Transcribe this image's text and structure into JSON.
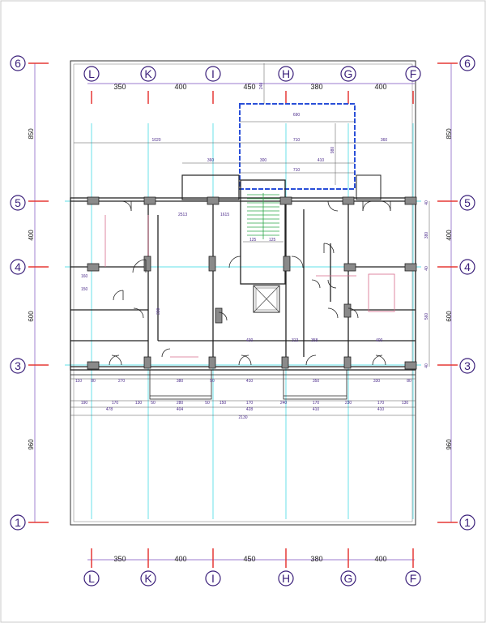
{
  "plan": {
    "top_axes": [
      "L",
      "K",
      "I",
      "H",
      "G",
      "F"
    ],
    "bottom_axes": [
      "L",
      "K",
      "I",
      "H",
      "G",
      "F"
    ],
    "row_axes": [
      "6",
      "5",
      "4",
      "3",
      "1"
    ],
    "col_spacings_top": [
      "350",
      "400",
      "450",
      "380",
      "400"
    ],
    "col_spacings_bottom": [
      "350",
      "400",
      "450",
      "380",
      "400"
    ],
    "row_spacings_left": [
      "850",
      "400",
      "600",
      "960"
    ],
    "row_spacings_right": [
      "850",
      "400",
      "600",
      "960"
    ],
    "row_dims_right_inner": [
      "40",
      "380",
      "40",
      "560",
      "40"
    ],
    "top_dims": {
      "d1020": "1020",
      "d710": "710",
      "d360a": "360",
      "d240": "240",
      "d360b": "360",
      "d300": "300",
      "d410": "410",
      "d710b": "710",
      "d690": "690",
      "d980": "980"
    },
    "lower_dims_row1": [
      "110",
      "80",
      "270",
      "380",
      "50",
      "410",
      "350",
      "330",
      "80"
    ],
    "lower_dims_row2": [
      "190",
      "170",
      "130",
      "50",
      "280",
      "50",
      "150",
      "170",
      "240",
      "170",
      "230",
      "170",
      "130"
    ],
    "lower_dims_row3": [
      "478",
      "404",
      "428",
      "410",
      "410"
    ],
    "lower_dim_total": "2130",
    "room_labels": [
      "2513",
      "1615",
      "125",
      "125",
      "160",
      "150",
      "330",
      "400",
      "430",
      "313",
      "358"
    ],
    "colors": {
      "axis_red": "#e53935",
      "axis_bubble": "#3a1f7a",
      "grid_cyan": "#2bd6e0",
      "wall": "#222222",
      "stair_green": "#2ea84a",
      "balcony_blue": "#2a4fd8",
      "pink_wall": "#d76a8a"
    }
  }
}
